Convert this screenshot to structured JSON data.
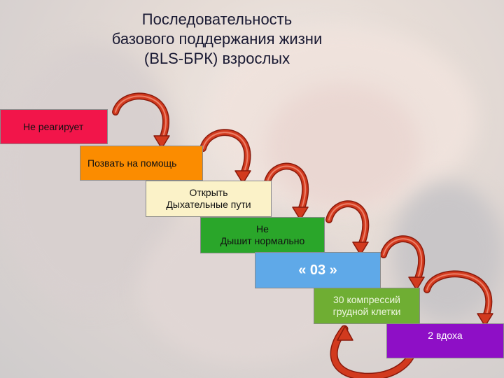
{
  "title": {
    "line1": "Последовательность",
    "line2": "базового поддержания жизни",
    "line3": "(BLS-БРК) взрослых"
  },
  "steps": [
    {
      "line1": "Не реагирует",
      "line2": "",
      "color": "#f2154a"
    },
    {
      "line1": "Позвать на помощь",
      "line2": "",
      "color": "#fb8c00"
    },
    {
      "line1": "Открыть",
      "line2": "Дыхательные пути",
      "color": "#fbf2c8"
    },
    {
      "line1": "Не",
      "line2": "Дышит нормально",
      "color": "#2aa62a"
    },
    {
      "line1": "« 03 »",
      "line2": "",
      "color": "#5fa9e8"
    },
    {
      "line1": "30 компрессий",
      "line2": "грудной клетки",
      "color": "#6fae33"
    },
    {
      "line1": "2 вдоха",
      "line2": "",
      "color": "#8e0fc6"
    }
  ],
  "colors": {
    "arrow_fill": "#d23a1e",
    "arrow_edge": "#8a1a0c",
    "arrow_highlight": "#ffb9a8"
  },
  "icons": {
    "step_arrow": "curved-arrow-icon",
    "loop_arrow": "cycle-arrow-icon"
  }
}
